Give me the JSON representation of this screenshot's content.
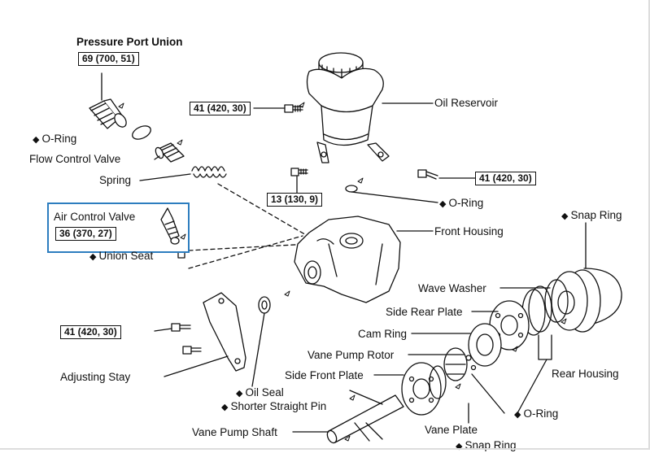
{
  "labels": {
    "pressure_port_union": "Pressure Port Union",
    "o_ring_left": "O-Ring",
    "flow_control_valve": "Flow Control Valve",
    "spring": "Spring",
    "air_control_valve": "Air Control Valve",
    "union_seat": "Union Seat",
    "oil_reservoir": "Oil Reservoir",
    "o_ring_mid": "O-Ring",
    "front_housing": "Front Housing",
    "snap_ring_top": "Snap Ring",
    "wave_washer": "Wave Washer",
    "side_rear_plate": "Side Rear Plate",
    "cam_ring": "Cam Ring",
    "vane_pump_rotor": "Vane Pump Rotor",
    "side_front_plate": "Side Front Plate",
    "rear_housing": "Rear Housing",
    "adjusting_stay": "Adjusting Stay",
    "oil_seal": "Oil Seal",
    "shorter_straight_pin": "Shorter Straight Pin",
    "o_ring_right": "O-Ring",
    "vane_pump_shaft": "Vane Pump Shaft",
    "vane_plate": "Vane Plate",
    "snap_ring_bottom": "Snap Ring"
  },
  "torques": {
    "pressure_port_union": "69 (700, 51)",
    "air_control_valve": "36 (370, 27)",
    "reservoir_bolt": "41 (420, 30)",
    "right_bolt": "41 (420, 30)",
    "mid_bolt": "13 (130, 9)",
    "stay_bolt": "41 (420, 30)"
  },
  "markers": {
    "diamond": "◆"
  }
}
